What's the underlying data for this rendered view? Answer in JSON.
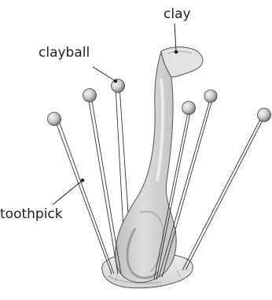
{
  "labels": {
    "clay": "clay",
    "clayball": "clayball",
    "toothpick": "toothpick"
  },
  "colors": {
    "ink": "#222222",
    "bone_fill": "#d3d3d3",
    "bone_shade": "#bdbdbd",
    "base_fill": "#e2e2e2",
    "ball_light": "#f5f5f5",
    "ball_dark": "#7a7a7a"
  }
}
